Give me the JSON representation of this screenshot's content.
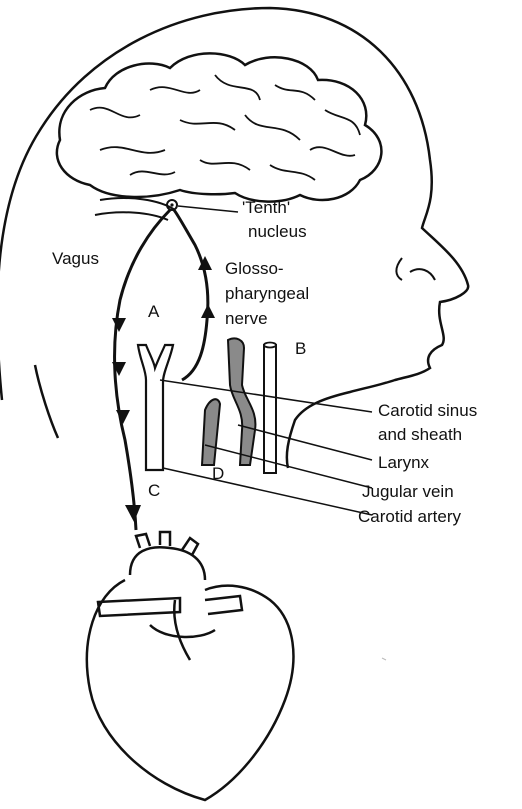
{
  "labels": {
    "tenth_nucleus_line1": "'Tenth'",
    "tenth_nucleus_line2": "nucleus",
    "vagus": "Vagus",
    "glosso_line1": "Glosso-",
    "glosso_line2": "pharyngeal",
    "glosso_line3": "nerve",
    "letter_a": "A",
    "letter_b": "B",
    "letter_c": "C",
    "letter_d": "D",
    "carotid_sinus_line1": "Carotid sinus",
    "carotid_sinus_line2": "and sheath",
    "larynx": "Larynx",
    "jugular_vein": "Jugular vein",
    "carotid_artery": "Carotid artery"
  },
  "colors": {
    "ink": "#111111",
    "shaded_structure": "#8a8a8a",
    "background": "#ffffff"
  }
}
